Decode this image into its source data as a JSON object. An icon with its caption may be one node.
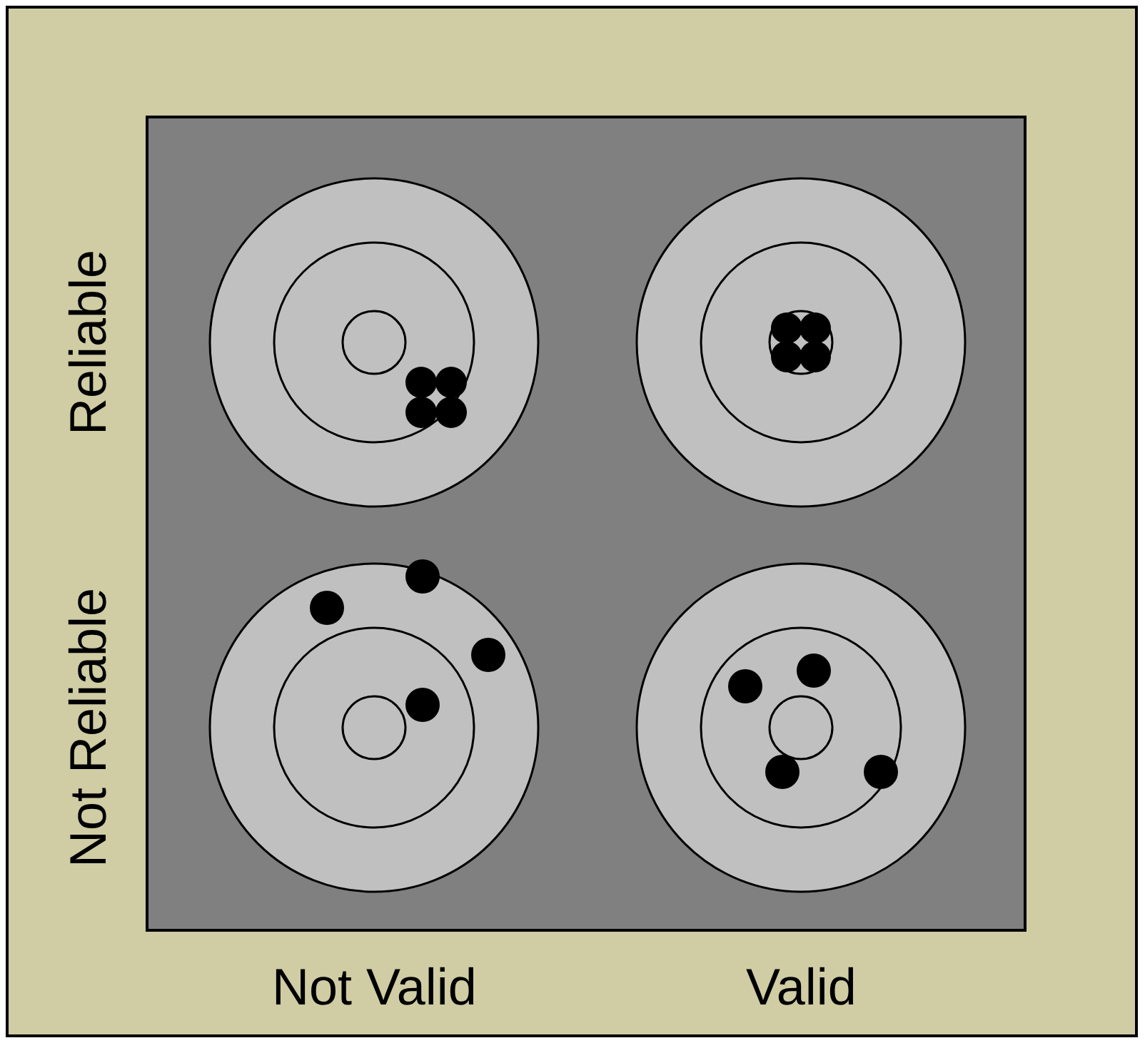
{
  "diagram": {
    "labels": [
      "Reliable",
      "Not Reliable",
      "Not Valid",
      "Valid"
    ]
  }
}
